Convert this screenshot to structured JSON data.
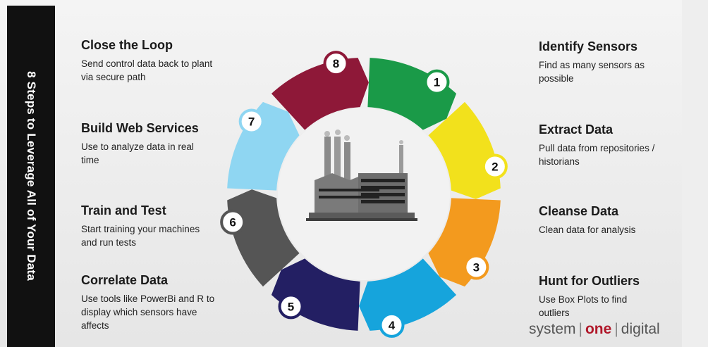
{
  "side_title": "8 Steps to Leverage All of Your Data",
  "steps": [
    {
      "num": "1",
      "title": "Identify Sensors",
      "desc": "Find as many sensors as possible",
      "color": "#1a9a48"
    },
    {
      "num": "2",
      "title": "Extract Data",
      "desc": "Pull data from repositories / historians",
      "color": "#f2e11c"
    },
    {
      "num": "3",
      "title": "Cleanse Data",
      "desc": "Clean data for analysis",
      "color": "#f39a1e"
    },
    {
      "num": "4",
      "title": "Hunt for Outliers",
      "desc": "Use Box Plots to find outliers",
      "color": "#16a4dc"
    },
    {
      "num": "5",
      "title": "Correlate Data",
      "desc": "Use tools like PowerBi and R to display which sensors have affects",
      "color": "#231f63"
    },
    {
      "num": "6",
      "title": "Train and Test",
      "desc": "Start training your machines and run tests",
      "color": "#555555"
    },
    {
      "num": "7",
      "title": "Build Web Services",
      "desc": "Use to analyze data in real time",
      "color": "#8fd6f2"
    },
    {
      "num": "8",
      "title": "Close the Loop",
      "desc": "Send control data back to plant via secure path",
      "color": "#8e1838"
    }
  ],
  "logo": {
    "part1": "system",
    "part2": "one",
    "part3": "digital"
  },
  "center_icon": "factory-icon"
}
